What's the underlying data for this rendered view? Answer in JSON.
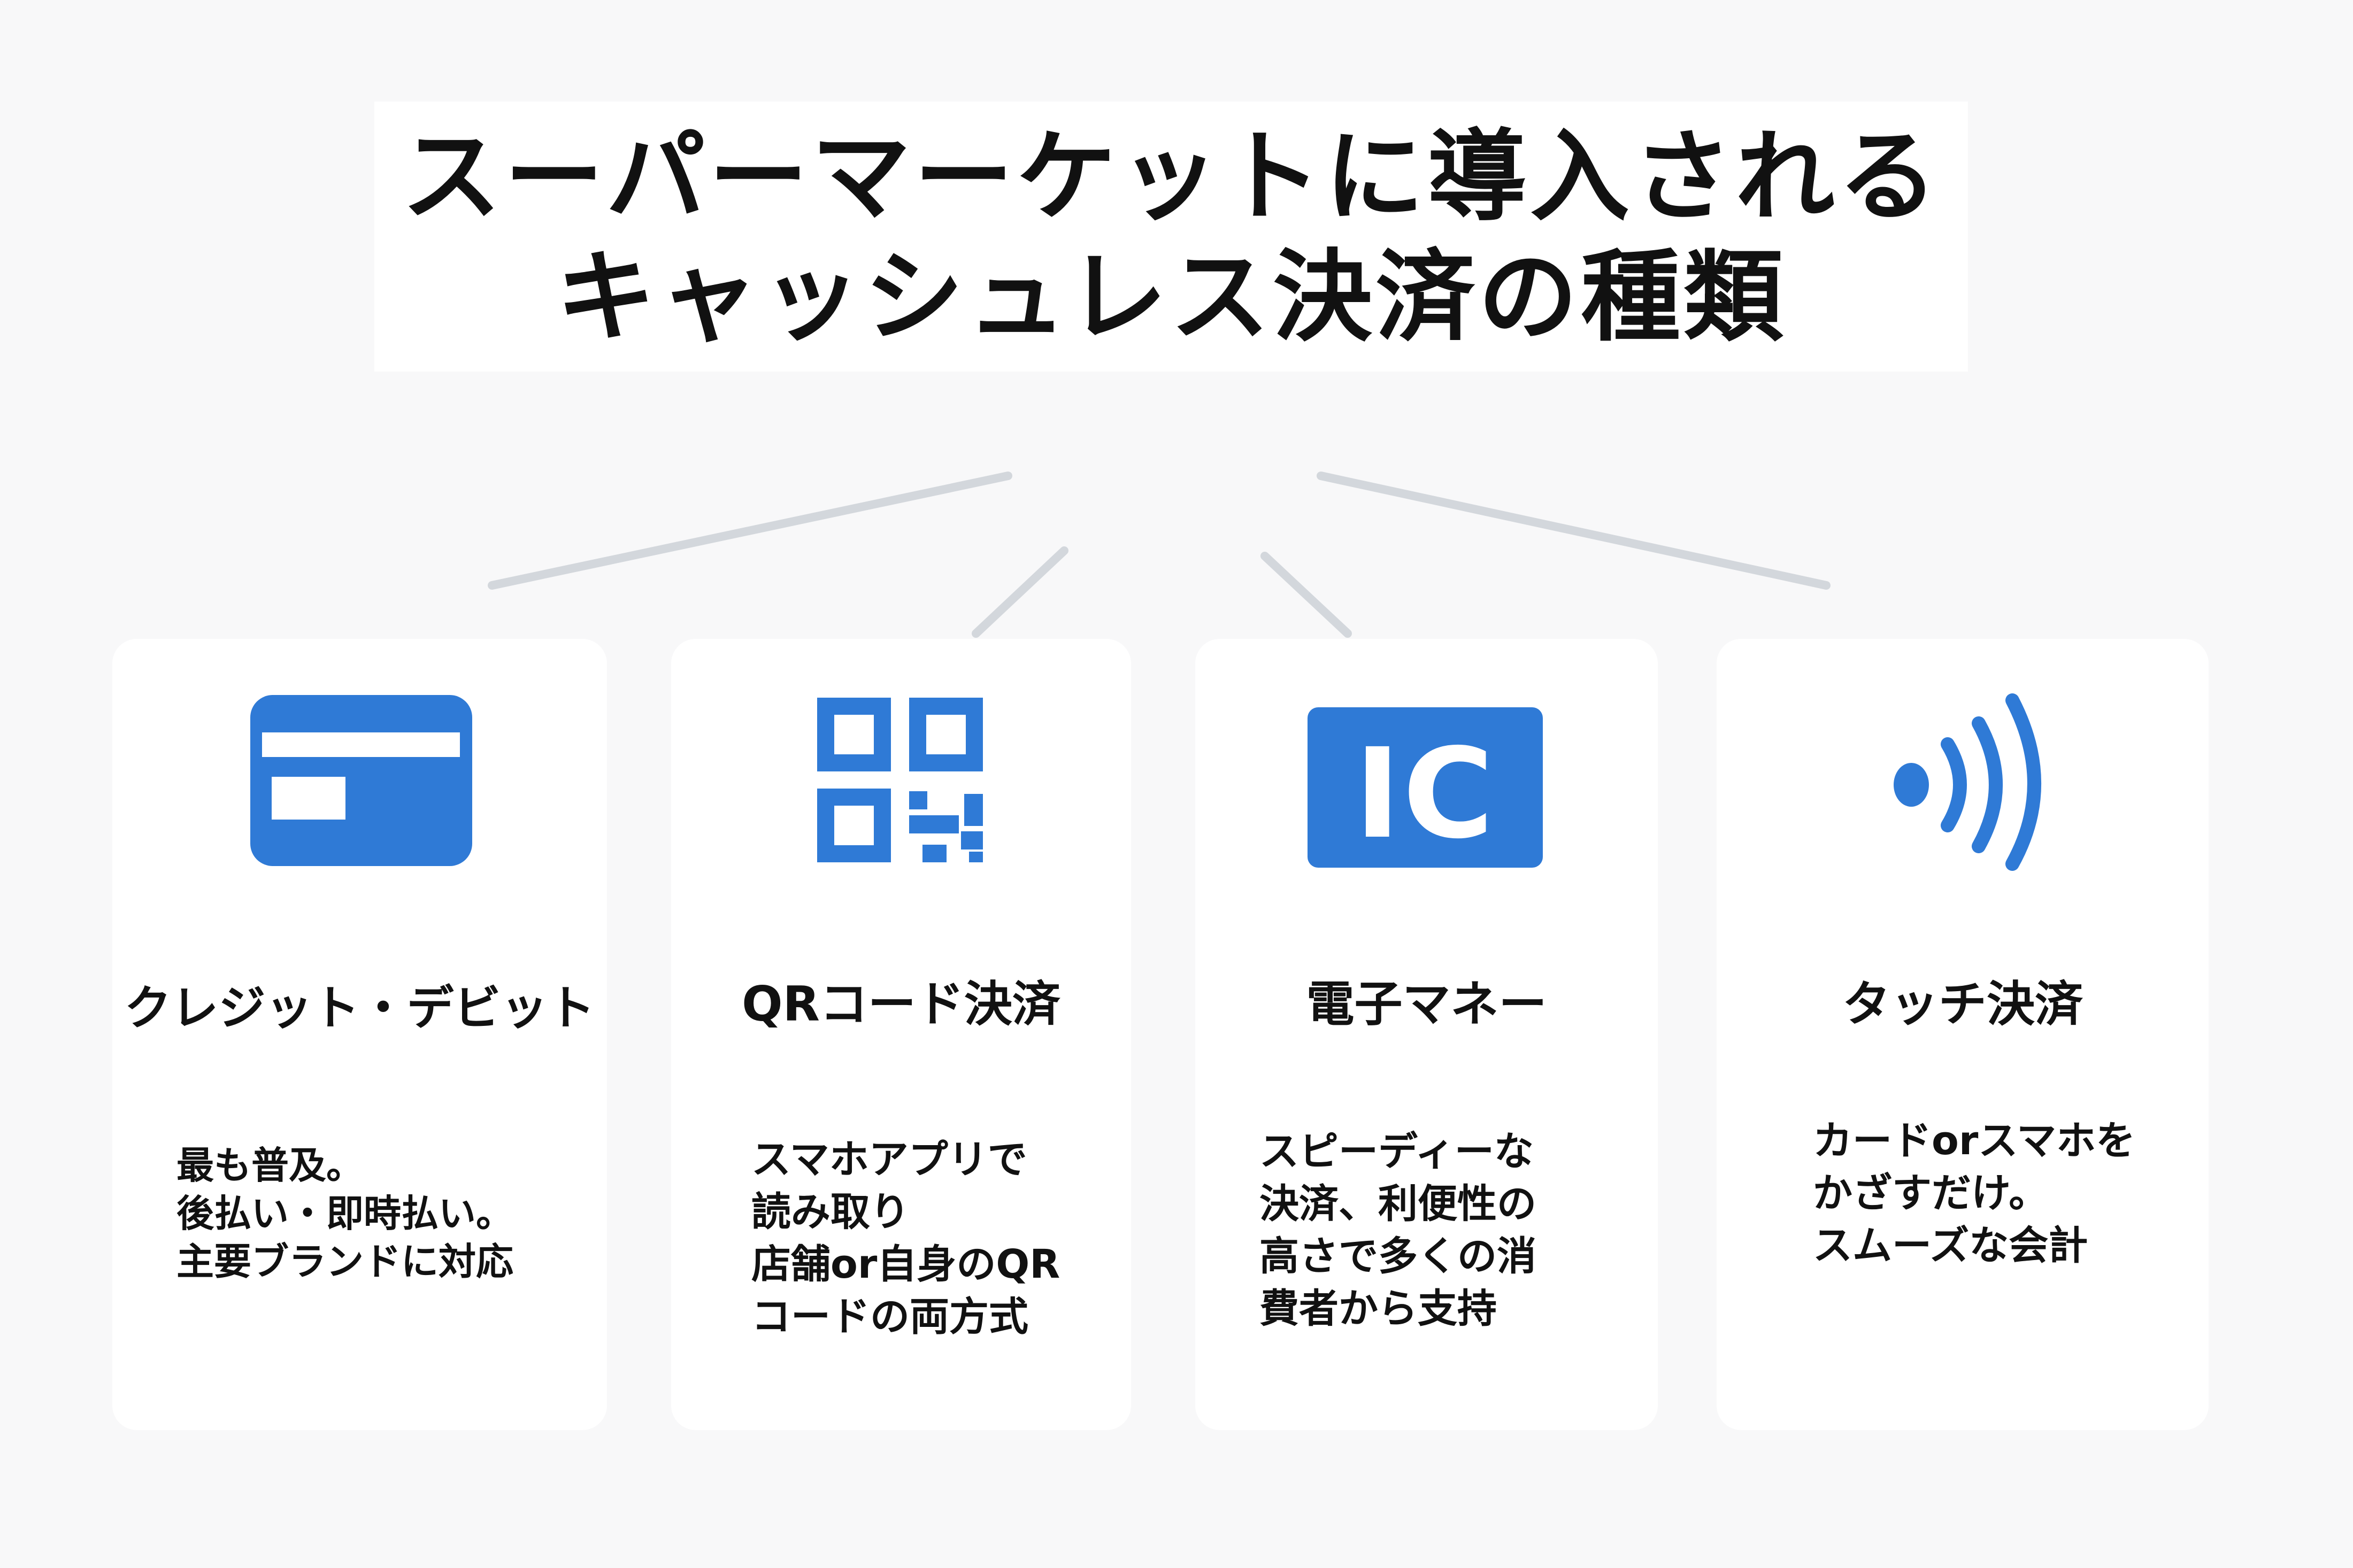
{
  "title": {
    "line1": "スーパーマーケットに導入される",
    "line2": "キャッシュレス決済の種類"
  },
  "cards": [
    {
      "icon": "credit-card-icon",
      "title": "クレジット・デビット",
      "lines": [
        "最も普及。",
        "後払い・即時払い。",
        "主要ブランドに対応"
      ]
    },
    {
      "icon": "qr-code-icon",
      "title": "QRコード決済",
      "lines": [
        "スマホアプリで",
        "読み取り",
        "店舗or自身のQR",
        "コードの両方式"
      ]
    },
    {
      "icon": "ic-chip-icon",
      "icon_text": "IC",
      "title": "電子マネー",
      "lines": [
        "スピーディーな",
        "決済、利便性の",
        "高さで多くの消",
        "費者から支持"
      ]
    },
    {
      "icon": "contactless-icon",
      "title": "タッチ決済",
      "lines": [
        "カードorスマホを",
        "かざすだけ。",
        "スムーズな会計"
      ]
    }
  ],
  "colors": {
    "accent": "#2f7ad6",
    "connector": "#d3d7dc",
    "card": "#ffffff",
    "background": "#f8f8f9"
  }
}
